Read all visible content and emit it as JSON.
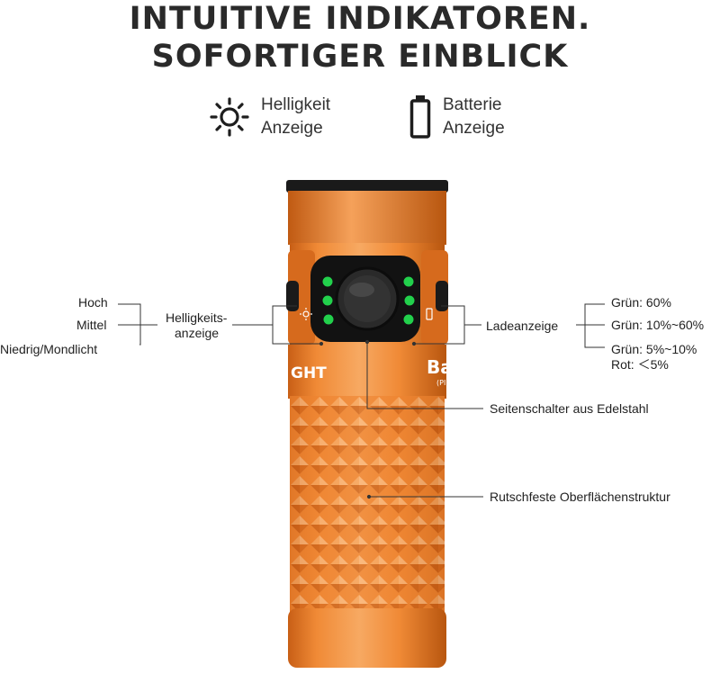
{
  "headline": {
    "line1": "INTUITIVE INDIKATOREN.",
    "line2": "SOFORTIGER EINBLICK"
  },
  "legend": {
    "brightness": {
      "icon": "sun-icon",
      "line1": "Helligkeit",
      "line2": "Anzeige"
    },
    "battery": {
      "icon": "battery-icon",
      "line1": "Batterie",
      "line2": "Anzeige"
    }
  },
  "left_labels": {
    "high": "Hoch",
    "medium": "Mittel",
    "low": "Niedrig/Mondlicht",
    "brightness_indicator_line1": "Helligkeits-",
    "brightness_indicator_line2": "anzeige"
  },
  "right_labels": {
    "charge_indicator": "Ladeanzeige",
    "green_60": "Grün:  60%",
    "green_10_60": "Grün: 10%~60%",
    "green_5_10": "Grün: 5%~10%",
    "red_5": "Rot: ＜5%",
    "side_switch": "Seitenschalter aus Edelstahl",
    "texture": "Rutschfeste Oberflächenstruktur"
  },
  "product_text": {
    "brand_fragment": "GHT",
    "model_fragment": "Ba",
    "model_sub": "(PI"
  },
  "colors": {
    "body_orange": "#f0852f",
    "body_dark": "#c8621a",
    "led_green": "#22d14c",
    "switch_black": "#1b1b1b"
  }
}
